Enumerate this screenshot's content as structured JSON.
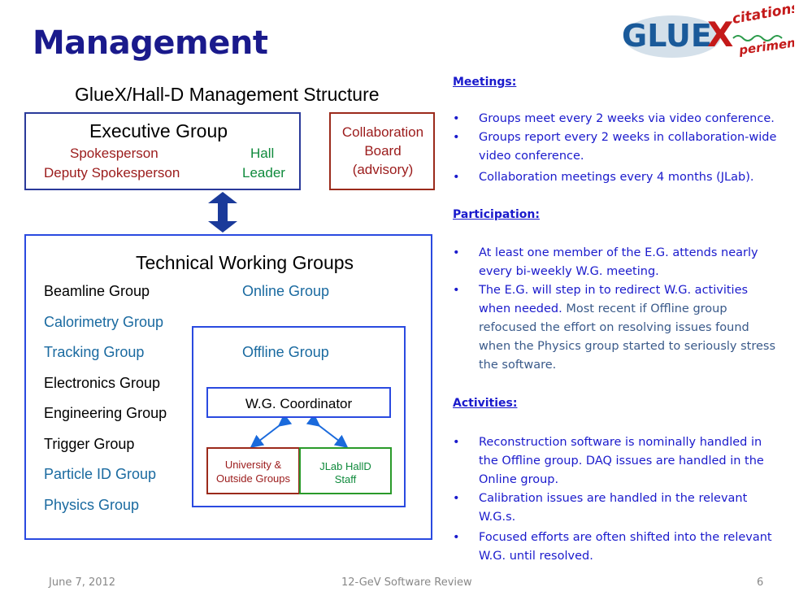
{
  "slide": {
    "title": "Management",
    "logo": {
      "main": "GLUE",
      "x": "X",
      "top": "citations",
      "bottom": "periment"
    }
  },
  "diagram": {
    "title": "GlueX/Hall-D Management Structure",
    "executive": {
      "title": "Executive Group",
      "spokesperson": "Spokesperson",
      "deputy": "Deputy Spokesperson",
      "hall": "Hall",
      "leader": "Leader"
    },
    "collaboration": [
      "Collaboration",
      "Board",
      "(advisory)"
    ],
    "technical": {
      "title": "Technical Working Groups",
      "groups": [
        "Beamline Group",
        "Calorimetry Group",
        "Tracking Group",
        "Electronics Group",
        "Engineering Group",
        "Trigger Group",
        "Particle ID Group",
        "Physics Group"
      ],
      "online": "Online Group",
      "offline": "Offline Group",
      "coordinator": "W.G. Coordinator",
      "university": [
        "University &",
        "Outside Groups"
      ],
      "jlab": [
        "JLab HallD",
        "Staff"
      ]
    }
  },
  "right": {
    "meetings": {
      "heading": "Meetings:",
      "bullets": [
        [
          "Groups meet every 2 weeks via video conference."
        ],
        [
          "Groups report every 2 weeks in collaboration-wide",
          "video conference."
        ],
        [
          "Collaboration meetings every  4 months (JLab)."
        ]
      ]
    },
    "participation": {
      "heading": "Participation:",
      "bullets": [
        [
          "At least one member of the E.G. attends nearly",
          "every bi-weekly W.G. meeting."
        ],
        [
          "The E.G. will step in to redirect W.G. activities"
        ]
      ],
      "line_when": "when needed.",
      "line_most": " Most recent if Offline group",
      "sub_lines": [
        "refocused the effort on resolving issues found",
        "when the Physics group started to seriously stress",
        "the software."
      ]
    },
    "activities": {
      "heading": "Activities:",
      "bullets": [
        [
          "Reconstruction software is nominally handled in",
          "the Offline group. DAQ issues are handled in the",
          "Online group."
        ],
        [
          "Calibration issues are handled in the relevant",
          "W.G.s."
        ],
        [
          "Focused efforts are often shifted into the relevant",
          "W.G. until resolved."
        ]
      ]
    },
    "bullet_char": "•"
  },
  "footer": {
    "date": "June 7, 2012",
    "center": "12-GeV Software Review",
    "page": "6"
  },
  "colors": {
    "title": "#1a1a8c",
    "red": "#9b1b1b",
    "green": "#0f8a3c",
    "blue": "#1a6aa0",
    "bullet_text": "#1a1acc"
  }
}
